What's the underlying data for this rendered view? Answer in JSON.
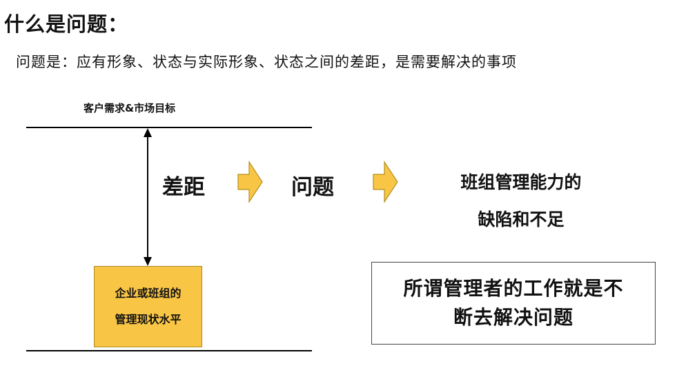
{
  "header": {
    "title": "什么是问题：",
    "definition": "问题是：应有形象、状态与实际形象、状态之间的差距，是需要解决的事项"
  },
  "diagram": {
    "top_label": "客户需求&市场目标",
    "gap_label": "差距",
    "problem_label": "问题",
    "deficiency_line1": "班组管理能力的",
    "deficiency_line2": "缺陷和不足",
    "current_level_line1": "企业或班组的",
    "current_level_line2": "管理现状水平",
    "arrow_icon": "right-arrow-icon",
    "double_arrow_icon": "vertical-double-arrow-icon",
    "accent_color": "#f8c545"
  },
  "quote": {
    "line1": "所谓管理者的工作就是不",
    "line2": "断去解决问题"
  }
}
